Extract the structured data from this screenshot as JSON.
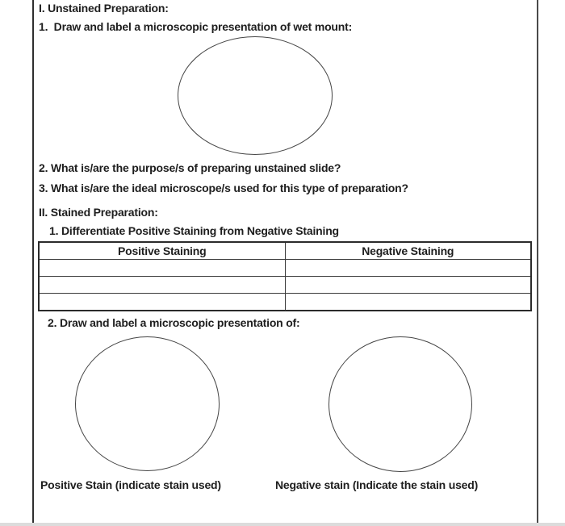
{
  "page": {
    "background": "#ffffff",
    "text_color": "#1e1e1e",
    "line_color": "#2f2f2f"
  },
  "section1": {
    "heading": "I. Unstained Preparation:",
    "item1": "1.  Draw and label a microscopic presentation of wet mount:",
    "q2": "2. What is/are the purpose/s of preparing unstained slide?",
    "q3": "3. What is/are the ideal microscope/s used for this type of preparation?"
  },
  "section2": {
    "heading": "II. Stained Preparation:",
    "item1": "1. Differentiate Positive Staining from Negative Staining",
    "table": {
      "headers": [
        "Positive Staining",
        "Negative Staining"
      ],
      "rows": [
        [
          "",
          ""
        ],
        [
          "",
          ""
        ],
        [
          "",
          ""
        ]
      ]
    },
    "item2": "2. Draw and label a microscopic presentation of:",
    "caption_positive": "Positive Stain (indicate stain used)",
    "caption_negative": "Negative stain (Indicate the stain used)"
  }
}
